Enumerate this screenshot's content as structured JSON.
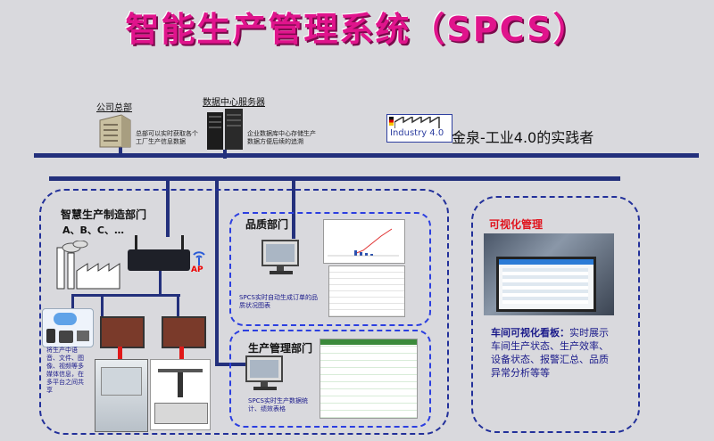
{
  "title": "智能生产管理系统（SPCS）",
  "hq": {
    "label": "公司总部",
    "desc": "总部可以实时获取各个工厂生产信息数据"
  },
  "datacenter": {
    "label": "数据中心服务器",
    "desc": "企业数据库中心存储生产数据方便后续的追溯"
  },
  "industry": {
    "badge": "Industry 4.0",
    "slogan": "金泉-工业4.0的实践者"
  },
  "smart_mfg": {
    "title": "智慧生产制造部门",
    "sub": "A、B、C、…",
    "ap": "AP",
    "media_desc": "将生产中语音、文件、图像、视频等多媒体信息，在多平台之间共享"
  },
  "quality": {
    "title": "品质部门",
    "desc": "SPCS实时自动生成订单的品质状况图表"
  },
  "production": {
    "title": "生产管理部门",
    "desc": "SPCS实时生产数据统计、绩效表格"
  },
  "visual": {
    "title": "可视化管理",
    "desc_bold": "车间可视化看板：",
    "desc": "实时展示车间生产状态、生产效率、设备状态、报警汇总、品质异常分析等等"
  },
  "colors": {
    "title": "#e0148c",
    "bus": "#23307c",
    "dash": "#22309a",
    "visual_title": "#e0141e"
  }
}
